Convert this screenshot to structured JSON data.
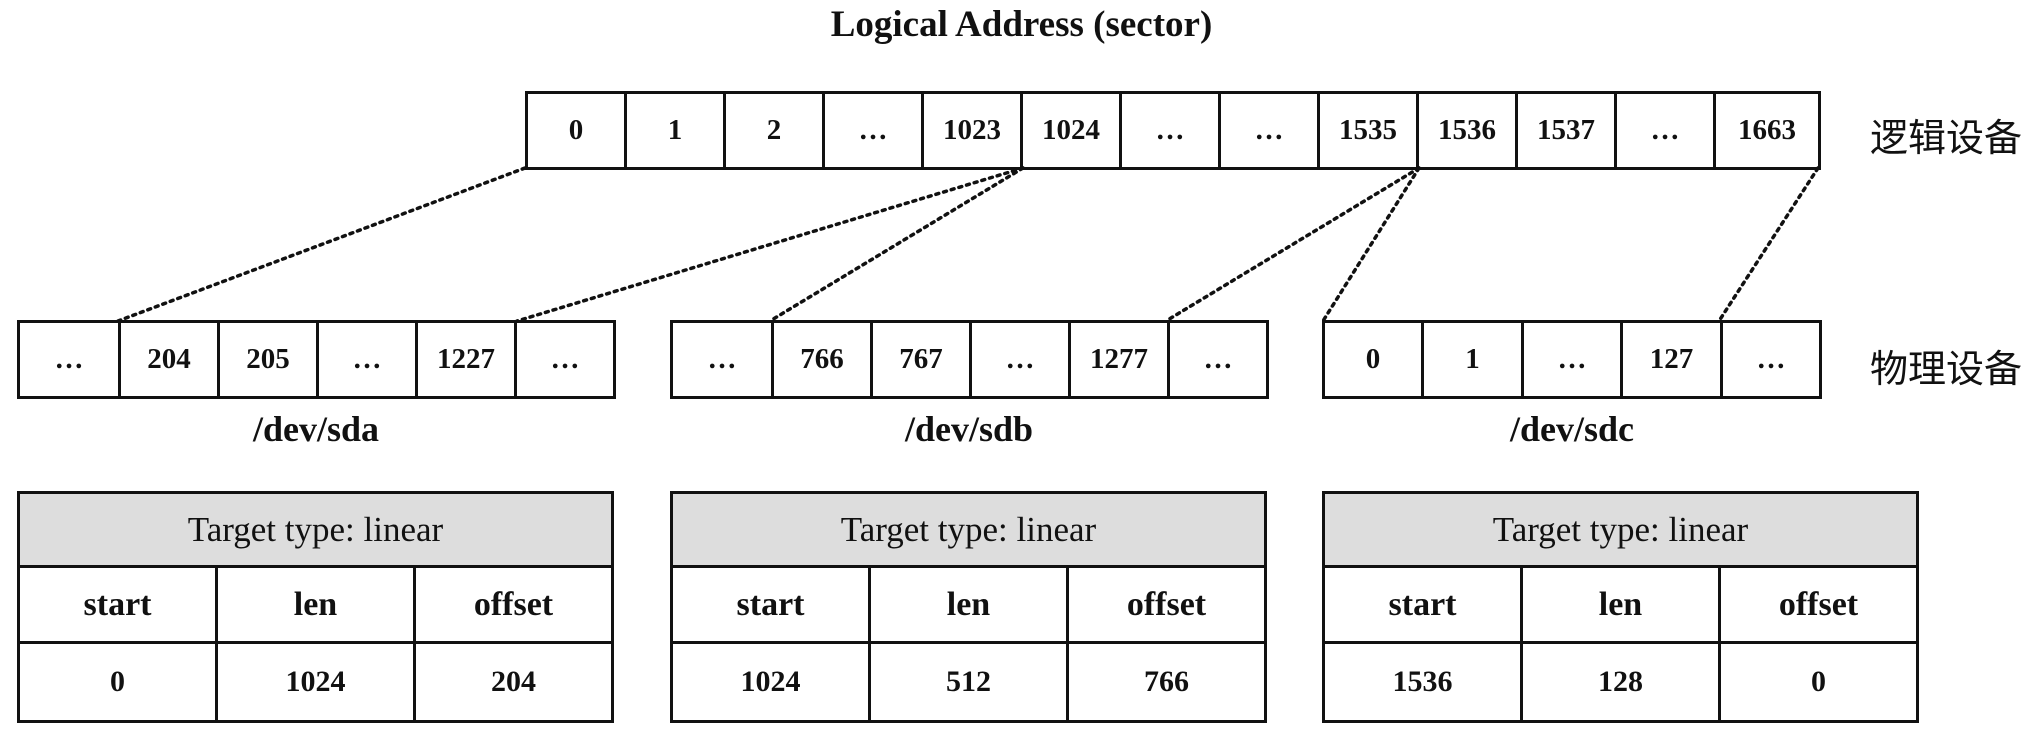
{
  "title": "Logical Address (sector)",
  "logical_label": "逻辑设备",
  "physical_label": "物理设备",
  "logical_cells": [
    "0",
    "1",
    "2",
    "…",
    "1023",
    "1024",
    "…",
    "…",
    "1535",
    "1536",
    "1537",
    "…",
    "1663"
  ],
  "devices": [
    {
      "name": "/dev/sda",
      "cells": [
        "…",
        "204",
        "205",
        "…",
        "1227",
        "…"
      ],
      "table": {
        "header": "Target type: linear",
        "columns": [
          "start",
          "len",
          "offset"
        ],
        "values": [
          "0",
          "1024",
          "204"
        ]
      }
    },
    {
      "name": "/dev/sdb",
      "cells": [
        "…",
        "766",
        "767",
        "…",
        "1277",
        "…"
      ],
      "table": {
        "header": "Target type: linear",
        "columns": [
          "start",
          "len",
          "offset"
        ],
        "values": [
          "1024",
          "512",
          "766"
        ]
      }
    },
    {
      "name": "/dev/sdc",
      "cells": [
        "0",
        "1",
        "…",
        "127",
        "…"
      ],
      "table": {
        "header": "Target type: linear",
        "columns": [
          "start",
          "len",
          "offset"
        ],
        "values": [
          "1536",
          "128",
          "0"
        ]
      }
    }
  ]
}
